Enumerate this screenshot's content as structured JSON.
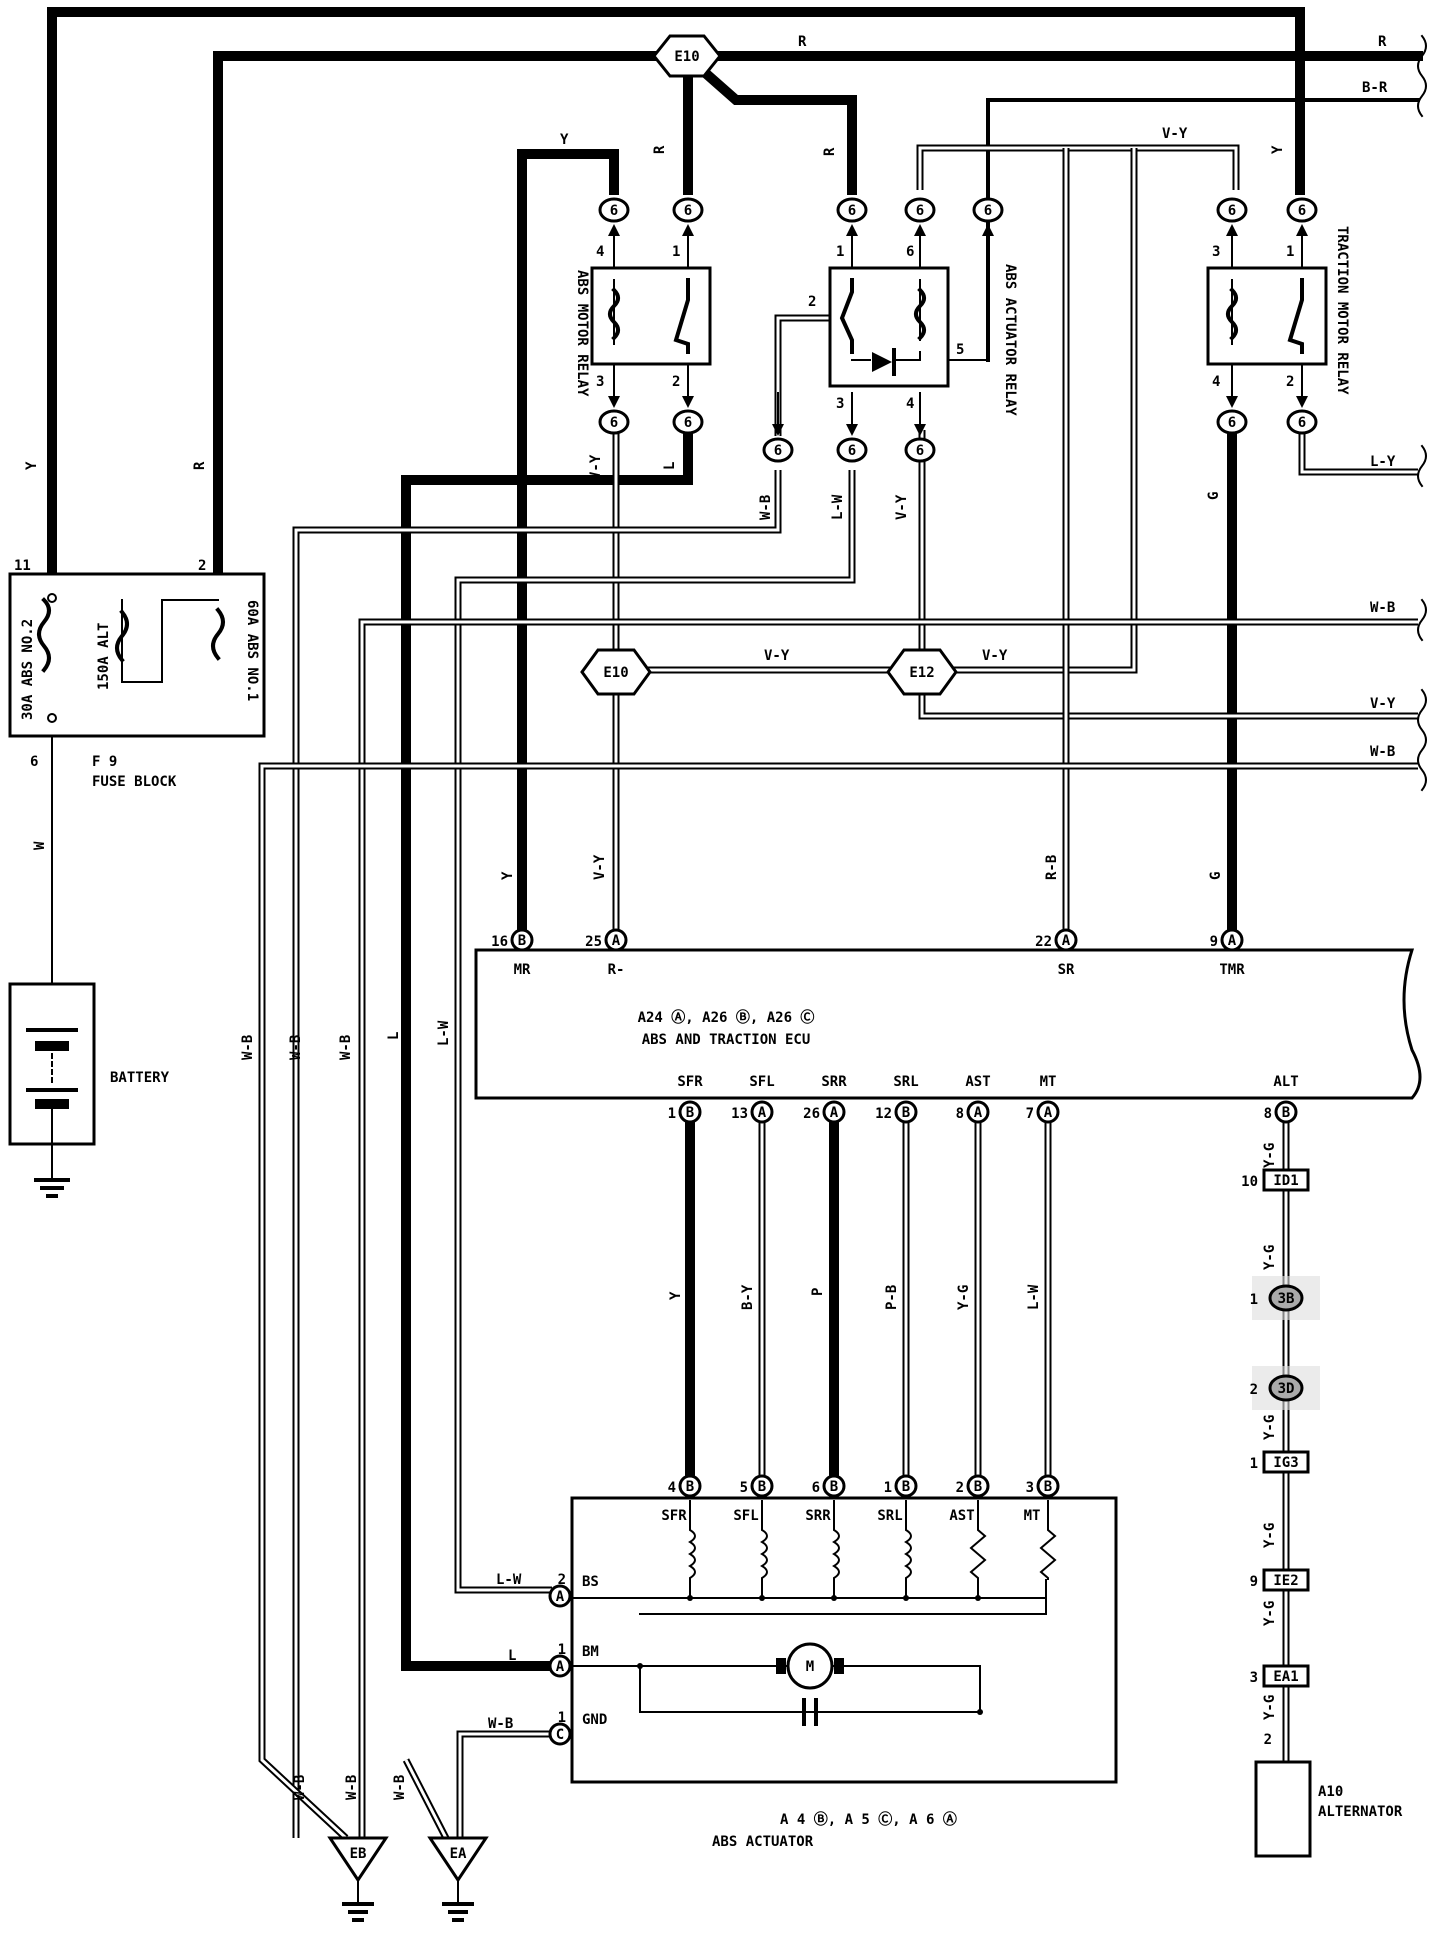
{
  "components": {
    "fuse_block": {
      "title": "F 9",
      "subtitle": "FUSE BLOCK",
      "fuse_abs2": "30A ABS NO.2",
      "fuse_alt": "150A ALT",
      "fuse_abs1": "60A ABS NO.1",
      "pin_11": "11",
      "pin_2": "2",
      "pin_6": "6"
    },
    "battery": "BATTERY",
    "abs_motor_relay": "ABS MOTOR RELAY",
    "abs_actuator_relay": "ABS ACTUATOR RELAY",
    "traction_motor_relay": "TRACTION MOTOR RELAY",
    "ecu": {
      "codes": "A24 Ⓐ, A26 Ⓑ, A26 Ⓒ",
      "name": "ABS AND TRACTION ECU",
      "top_pins": [
        {
          "num": "16",
          "conn": "B",
          "name": "MR"
        },
        {
          "num": "25",
          "conn": "A",
          "name": "R-"
        },
        {
          "num": "22",
          "conn": "A",
          "name": "SR"
        },
        {
          "num": "9",
          "conn": "A",
          "name": "TMR"
        }
      ],
      "bottom_pins": [
        {
          "num": "1",
          "conn": "B",
          "name": "SFR"
        },
        {
          "num": "13",
          "conn": "A",
          "name": "SFL"
        },
        {
          "num": "26",
          "conn": "A",
          "name": "SRR"
        },
        {
          "num": "12",
          "conn": "B",
          "name": "SRL"
        },
        {
          "num": "8",
          "conn": "A",
          "name": "AST"
        },
        {
          "num": "7",
          "conn": "A",
          "name": "MT"
        },
        {
          "num": "8",
          "conn": "B",
          "name": "ALT"
        }
      ]
    },
    "abs_actuator": {
      "codes": "A 4 Ⓑ, A 5 Ⓒ, A 6 Ⓐ",
      "name": "ABS ACTUATOR",
      "pins": [
        {
          "num": "4",
          "conn": "B",
          "name": "SFR"
        },
        {
          "num": "5",
          "conn": "B",
          "name": "SFL"
        },
        {
          "num": "6",
          "conn": "B",
          "name": "SRR"
        },
        {
          "num": "1",
          "conn": "B",
          "name": "SRL"
        },
        {
          "num": "2",
          "conn": "B",
          "name": "AST"
        },
        {
          "num": "3",
          "conn": "B",
          "name": "MT"
        }
      ],
      "left_pins": [
        {
          "num": "2",
          "conn": "A",
          "name": "BS",
          "wire": "L-W"
        },
        {
          "num": "1",
          "conn": "A",
          "name": "BM",
          "wire": "L"
        },
        {
          "num": "1",
          "conn": "C",
          "name": "GND",
          "wire": "W-B"
        }
      ],
      "motor": "M"
    },
    "alternator": {
      "code": "A10",
      "name": "ALTERNATOR"
    },
    "junctions": {
      "e10": "E10",
      "e12": "E12"
    },
    "grounds": [
      "EB",
      "EA"
    ],
    "relay_connector": "6",
    "inline_connectors": [
      {
        "pin": "10",
        "name": "ID1"
      },
      {
        "pin": "1",
        "name": "3B"
      },
      {
        "pin": "2",
        "name": "3D"
      },
      {
        "pin": "1",
        "name": "IG3"
      },
      {
        "pin": "9",
        "name": "IE2"
      },
      {
        "pin": "3",
        "name": "EA1"
      },
      {
        "pin": "2",
        "name": ""
      }
    ]
  },
  "wire_colors": {
    "R": "R",
    "BR": "B-R",
    "Y": "Y",
    "VY": "V-Y",
    "LY": "L-Y",
    "WB": "W-B",
    "G": "G",
    "RB": "R-B",
    "L": "L",
    "LW": "L-W",
    "W": "W",
    "BY": "B-Y",
    "P": "P",
    "PB": "P-B",
    "YG": "Y-G"
  },
  "pin_numbers": {
    "abs_motor": [
      "4",
      "1",
      "3",
      "2"
    ],
    "abs_act": [
      "1",
      "6",
      "2",
      "5",
      "3",
      "4"
    ],
    "traction": [
      "3",
      "1",
      "4",
      "2"
    ]
  }
}
